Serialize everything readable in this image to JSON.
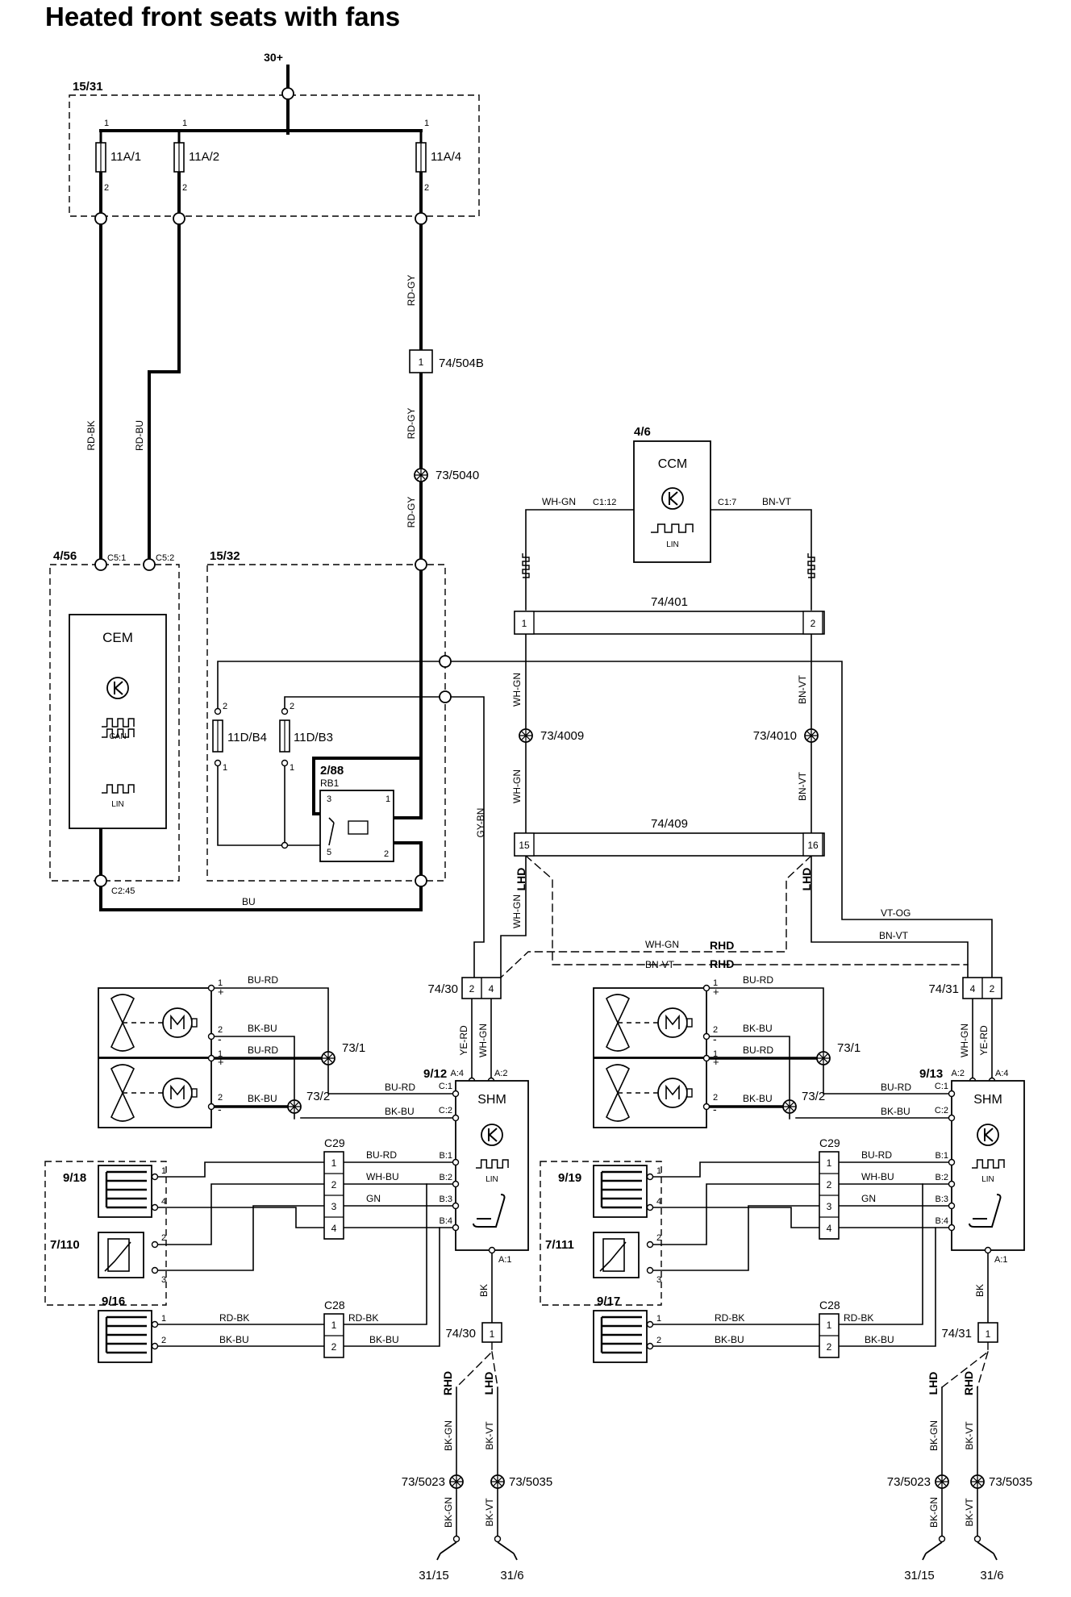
{
  "title": "Heated front seats with fans",
  "supply": "30+",
  "fusebox1": {
    "id": "15/31",
    "fuses": [
      "11A/1",
      "11A/2",
      "11A/4"
    ],
    "pin_in": "1",
    "pin_out": "2"
  },
  "cem": {
    "id": "4/56",
    "name": "CEM",
    "pins": [
      "C5:1",
      "C5:2",
      "C2:45"
    ],
    "bus": [
      "CAN",
      "LIN"
    ]
  },
  "fusebox2": {
    "id": "15/32",
    "fuses": [
      "11D/B4",
      "11D/B3"
    ],
    "pin1": "1",
    "pin2": "2"
  },
  "relay": {
    "id": "2/88",
    "ref": "RB1",
    "pins": [
      "1",
      "2",
      "3",
      "5"
    ]
  },
  "ccm": {
    "id": "4/6",
    "name": "CCM",
    "pins": [
      "C1:12",
      "C1:7"
    ],
    "bus": "LIN"
  },
  "connectors": {
    "c504b": "74/504B",
    "c401": "74/401",
    "c409": "74/409",
    "c30": "74/30",
    "c31": "74/31",
    "c28": "C28",
    "c29": "C29",
    "pins_c401": [
      "1",
      "2"
    ],
    "pins_c409": [
      "15",
      "16"
    ],
    "pins_c30": [
      "2",
      "4"
    ],
    "pins_c31": [
      "4",
      "2"
    ],
    "pin1": "1"
  },
  "splices": {
    "s5040": "73/5040",
    "s4009": "73/4009",
    "s4010": "73/4010",
    "s1": "73/1",
    "s2": "73/2",
    "s5023": "73/5023",
    "s5035": "73/5035"
  },
  "wires": {
    "rd_gy": "RD-GY",
    "rd_bk": "RD-BK",
    "rd_bu": "RD-BU",
    "bu": "BU",
    "gy_bn": "GY-BN",
    "wh_gn": "WH-GN",
    "bn_vt": "BN-VT",
    "vt_og": "VT-OG",
    "ye_rd": "YE-RD",
    "bu_rd": "BU-RD",
    "bk_bu": "BK-BU",
    "wh_bu": "WH-BU",
    "gn": "GN",
    "bk": "BK",
    "bk_gn": "BK-GN",
    "bk_vt": "BK-VT"
  },
  "variants": {
    "lhd": "LHD",
    "rhd": "RHD"
  },
  "shm_left": {
    "id": "9/12",
    "name": "SHM",
    "bus": "LIN",
    "pins": [
      "A:4",
      "A:2",
      "C:1",
      "C:2",
      "B:1",
      "B:2",
      "B:3",
      "B:4",
      "A:1"
    ],
    "heater_back": "9/18",
    "sensor": "7/110",
    "heater_cushion": "9/16"
  },
  "shm_right": {
    "id": "9/13",
    "name": "SHM",
    "bus": "LIN",
    "pins": [
      "A:2",
      "A:4",
      "C:1",
      "C:2",
      "B:1",
      "B:2",
      "B:3",
      "B:4",
      "A:1"
    ],
    "heater_back": "9/19",
    "sensor": "7/111",
    "heater_cushion": "9/17"
  },
  "ground": {
    "g15": "31/15",
    "g6": "31/6"
  },
  "pin_numbers": {
    "p1": "1",
    "p2": "2",
    "p3": "3",
    "p4": "4"
  },
  "signs": {
    "plus": "+",
    "minus": "-"
  }
}
